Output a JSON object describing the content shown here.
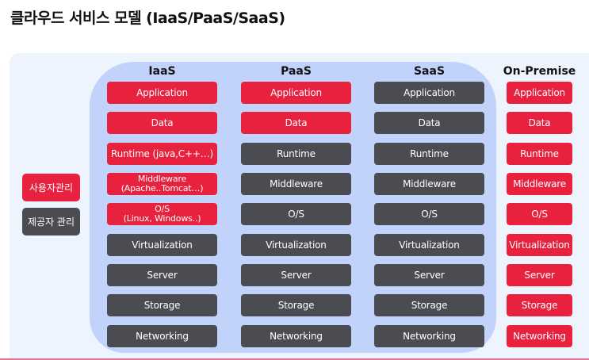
{
  "title": "클라우드 서비스 모델 (IaaS/PaaS/SaaS)",
  "colors": {
    "user_managed": "#e8213f",
    "provider_managed": "#4a4c52",
    "cloud_panel": "#c2d3fb",
    "outer_panel": "#eef4fd"
  },
  "legend": [
    {
      "label": "사용자관리",
      "type": "user"
    },
    {
      "label": "제공자 관리",
      "type": "provider"
    }
  ],
  "columns": [
    {
      "name": "IaaS",
      "layers": [
        {
          "label": "Application",
          "type": "user"
        },
        {
          "label": "Data",
          "type": "user"
        },
        {
          "label": "Runtime (java,C++…)",
          "type": "user"
        },
        {
          "label": "Middleware\n(Apache..Tomcat…)",
          "type": "user"
        },
        {
          "label": "O/S\n(Linux, Windows..)",
          "type": "user"
        },
        {
          "label": "Virtualization",
          "type": "provider"
        },
        {
          "label": "Server",
          "type": "provider"
        },
        {
          "label": "Storage",
          "type": "provider"
        },
        {
          "label": "Networking",
          "type": "provider"
        }
      ]
    },
    {
      "name": "PaaS",
      "layers": [
        {
          "label": "Application",
          "type": "user"
        },
        {
          "label": "Data",
          "type": "user"
        },
        {
          "label": "Runtime",
          "type": "provider"
        },
        {
          "label": "Middleware",
          "type": "provider"
        },
        {
          "label": "O/S",
          "type": "provider"
        },
        {
          "label": "Virtualization",
          "type": "provider"
        },
        {
          "label": "Server",
          "type": "provider"
        },
        {
          "label": "Storage",
          "type": "provider"
        },
        {
          "label": "Networking",
          "type": "provider"
        }
      ]
    },
    {
      "name": "SaaS",
      "layers": [
        {
          "label": "Application",
          "type": "provider"
        },
        {
          "label": "Data",
          "type": "provider"
        },
        {
          "label": "Runtime",
          "type": "provider"
        },
        {
          "label": "Middleware",
          "type": "provider"
        },
        {
          "label": "O/S",
          "type": "provider"
        },
        {
          "label": "Virtualization",
          "type": "provider"
        },
        {
          "label": "Server",
          "type": "provider"
        },
        {
          "label": "Storage",
          "type": "provider"
        },
        {
          "label": "Networking",
          "type": "provider"
        }
      ]
    },
    {
      "name": "On-Premise",
      "layers": [
        {
          "label": "Application",
          "type": "user"
        },
        {
          "label": "Data",
          "type": "user"
        },
        {
          "label": "Runtime",
          "type": "user"
        },
        {
          "label": "Middleware",
          "type": "user"
        },
        {
          "label": "O/S",
          "type": "user"
        },
        {
          "label": "Virtualization",
          "type": "user"
        },
        {
          "label": "Server",
          "type": "user"
        },
        {
          "label": "Storage",
          "type": "user"
        },
        {
          "label": "Networking",
          "type": "user"
        }
      ]
    }
  ]
}
